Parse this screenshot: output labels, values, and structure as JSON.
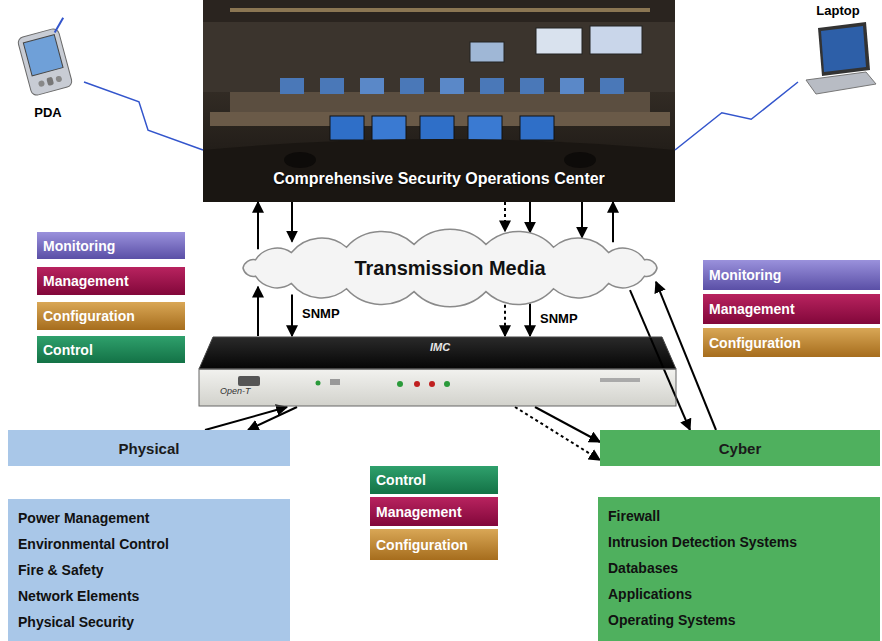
{
  "diagram": {
    "nodes": [
      {
        "text": [
          "PDA"
        ]
      },
      {
        "text": [
          "Comprehensive Security Operations Center"
        ]
      },
      {
        "text": [
          "Laptop"
        ]
      },
      {
        "text": [
          "Monitoring"
        ]
      },
      {
        "text": [
          "Management"
        ]
      },
      {
        "text": [
          "Configuration"
        ]
      },
      {
        "text": [
          "Control"
        ]
      },
      {
        "text": [
          "Transmission Media"
        ]
      },
      {
        "text": [
          "Monitoring"
        ]
      },
      {
        "text": [
          "Management"
        ]
      },
      {
        "text": [
          "Configuration"
        ]
      },
      {
        "text": [
          "IMC",
          "Open-T"
        ]
      },
      {
        "text": [
          "Physical"
        ]
      },
      {
        "text": [
          "Cyber"
        ]
      },
      {
        "text": [
          "Control"
        ]
      },
      {
        "text": [
          "Management"
        ]
      },
      {
        "text": [
          "Configuration"
        ]
      },
      {
        "text": [
          "Power Management",
          "Environmental Control",
          "Fire & Safety",
          "Network Elements",
          "Physical Security"
        ]
      },
      {
        "text": [
          "Firewall",
          "Intrusion Detection Systems",
          "Databases",
          "Applications",
          "Operating Systems"
        ]
      }
    ],
    "edges": [
      {
        "from": 0,
        "to": 1,
        "arrow": "none"
      },
      {
        "from": 2,
        "to": 1,
        "arrow": "none"
      },
      {
        "from": 7,
        "to": 1,
        "arrow": "to"
      },
      {
        "from": 1,
        "to": 7,
        "arrow": "to"
      },
      {
        "from": 1,
        "to": 7,
        "arrow": "to"
      },
      {
        "from": 1,
        "to": 7,
        "arrow": "to"
      },
      {
        "from": 1,
        "to": 7,
        "arrow": "to"
      },
      {
        "from": 7,
        "to": 1,
        "arrow": "to"
      },
      {
        "from": 11,
        "to": 7,
        "arrow": "to"
      },
      {
        "from": 7,
        "to": 11,
        "arrow": "to",
        "label": "SNMP"
      },
      {
        "from": 7,
        "to": 11,
        "arrow": "to"
      },
      {
        "from": 7,
        "to": 11,
        "arrow": "to",
        "label": "SNMP"
      },
      {
        "from": 7,
        "to": 13,
        "arrow": "to"
      },
      {
        "from": 13,
        "to": 7,
        "arrow": "to"
      },
      {
        "from": 12,
        "to": 11,
        "arrow": "to"
      },
      {
        "from": 11,
        "to": 12,
        "arrow": "to"
      },
      {
        "from": 11,
        "to": 13,
        "arrow": "to"
      },
      {
        "from": 11,
        "to": 13,
        "arrow": "to"
      }
    ]
  }
}
